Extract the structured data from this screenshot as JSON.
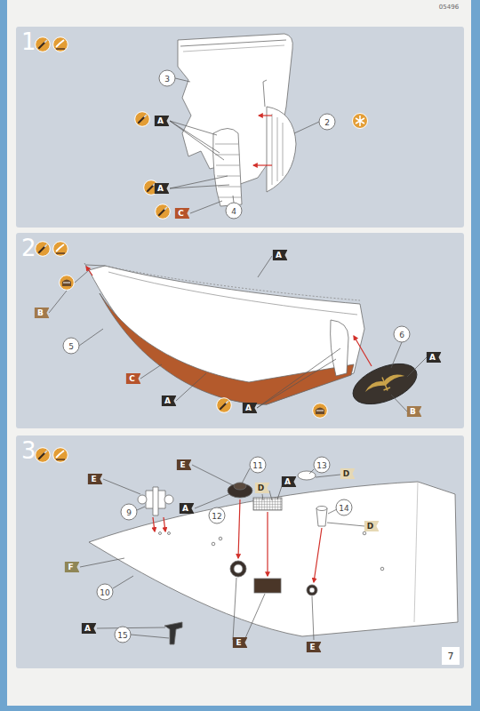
{
  "diagram": {
    "nodes": [
      {
        "text": [
          "1"
        ]
      },
      {
        "text": [
          "2"
        ]
      },
      {
        "text": [
          "3"
        ]
      }
    ],
    "labels": [
      "05496",
      "3",
      "A",
      "2",
      "A",
      "C",
      "4",
      "A",
      "B",
      "5",
      "6",
      "A",
      "C",
      "A",
      "A",
      "B",
      "E",
      "11",
      "13",
      "D",
      "E",
      "A",
      "D",
      "A",
      "14",
      "9",
      "12",
      "D",
      "F",
      "10",
      "A",
      "15",
      "E",
      "E",
      "7"
    ]
  }
}
